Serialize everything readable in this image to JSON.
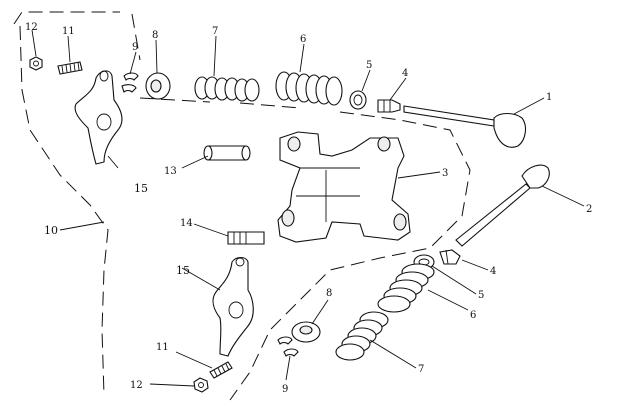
{
  "labels": {
    "l1": "1",
    "l2": "2",
    "l3": "3",
    "l4_top": "4",
    "l4_bottom": "4",
    "l5_top": "5",
    "l5_bottom": "5",
    "l6_top": "6",
    "l6_bottom": "6",
    "l7_top": "7",
    "l7_bottom": "7",
    "l8_top": "8",
    "l8_bottom": "8",
    "l9_top": "9",
    "l9_bottom": "9",
    "l10": "10",
    "l11_top": "11",
    "l11_bottom": "11",
    "l12_top": "12",
    "l12_bottom": "12",
    "l13": "13",
    "l14": "14",
    "l15_top": "15",
    "l15_bottom": "15"
  }
}
